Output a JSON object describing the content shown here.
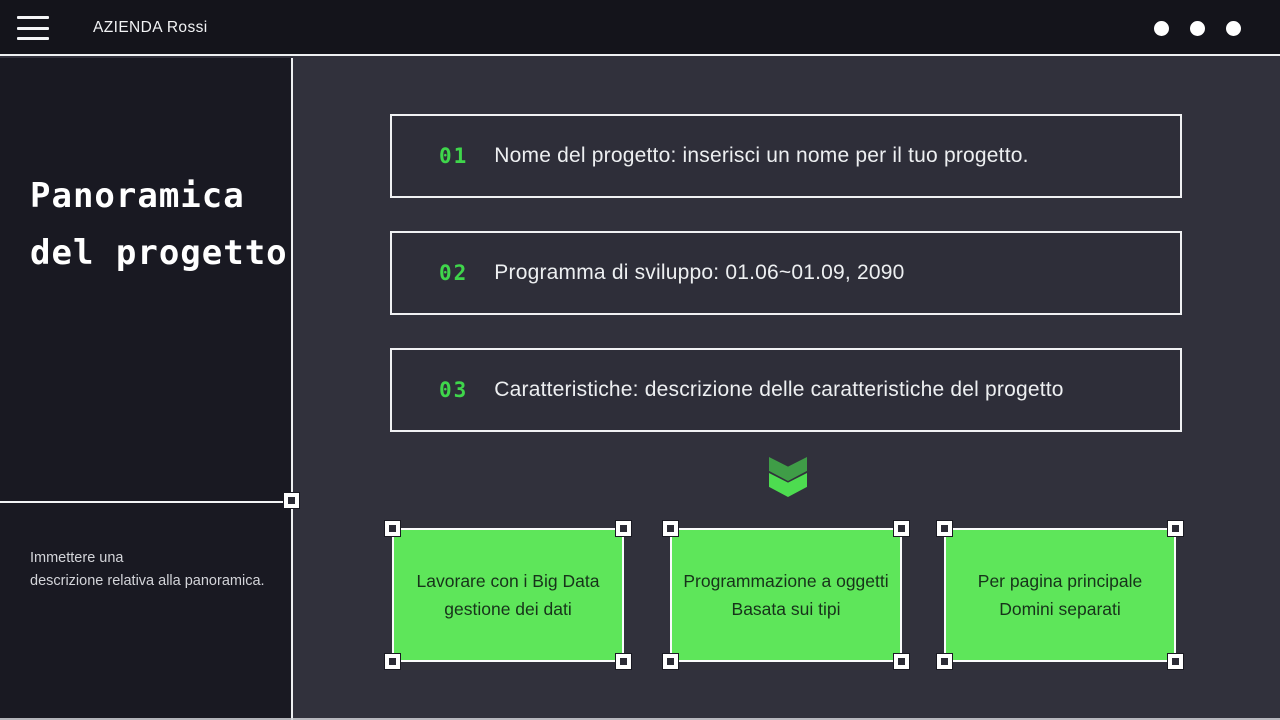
{
  "topbar": {
    "title": "AZIENDA Rossi",
    "menu_icon": "hamburger-icon",
    "window_dots_count": 3
  },
  "sidebar": {
    "slide_title": {
      "line1": "Panoramica",
      "line2": "del progetto"
    },
    "description": {
      "line1": "Immettere una",
      "line2": "descrizione relativa alla panoramica."
    }
  },
  "main": {
    "numbered_items": [
      {
        "number": "01",
        "text": "Nome del progetto: inserisci un nome per il tuo progetto."
      },
      {
        "number": "02",
        "text": "Programma di sviluppo: 01.06~01.09, 2090"
      },
      {
        "number": "03",
        "text": "Caratteristiche: descrizione delle caratteristiche del progetto"
      }
    ],
    "divider_icon": "double-chevron-down-icon",
    "feature_cards": [
      {
        "line1": "Lavorare con i Big Data",
        "line2": "gestione dei dati"
      },
      {
        "line1": "Programmazione a oggetti",
        "line2": "Basata sui tipi"
      },
      {
        "line1": "Per pagina principale",
        "line2": "Domini separati"
      }
    ]
  },
  "colors": {
    "topbar_bg": "#14141b",
    "sidebar_bg": "#191922",
    "main_bg": "#31313c",
    "accent_green": "#5ee65a",
    "accent_green_dark": "#3f9d47",
    "number_green": "#3fd64b",
    "border_white": "#eef0f2",
    "card_text": "#17331a"
  }
}
